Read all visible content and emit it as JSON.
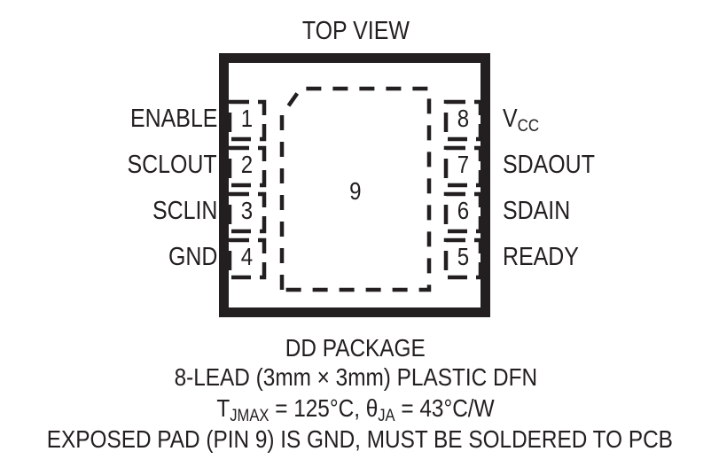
{
  "diagram": {
    "type": "ic-package-pinout",
    "title": "TOP VIEW",
    "exposed_pad": {
      "number": "9",
      "label": "9"
    },
    "pins": {
      "left": [
        {
          "number": "1",
          "name": "ENABLE"
        },
        {
          "number": "2",
          "name": "SCLOUT"
        },
        {
          "number": "3",
          "name": "SCLIN"
        },
        {
          "number": "4",
          "name": "GND"
        }
      ],
      "right": [
        {
          "number": "8",
          "name": "VCC",
          "name_base": "V",
          "name_sub": "CC"
        },
        {
          "number": "7",
          "name": "SDAOUT",
          "name_base": "SDAOUT",
          "name_sub": ""
        },
        {
          "number": "6",
          "name": "SDAIN",
          "name_base": "SDAIN",
          "name_sub": ""
        },
        {
          "number": "5",
          "name": "READY",
          "name_base": "READY",
          "name_sub": ""
        }
      ]
    },
    "caption": {
      "line1": "DD PACKAGE",
      "line2": "8-LEAD (3mm × 3mm) PLASTIC DFN",
      "line3_t_base": "T",
      "line3_t_sub": "JMAX",
      "line3_t_value": " = 125°C, ",
      "line3_theta_base": "θ",
      "line3_theta_sub": "JA",
      "line3_theta_value": " = 43°C/W",
      "line4": "EXPOSED PAD (PIN 9) IS GND, MUST BE SOLDERED TO PCB"
    },
    "colors": {
      "ink": "#231f20",
      "background": "#ffffff"
    }
  }
}
